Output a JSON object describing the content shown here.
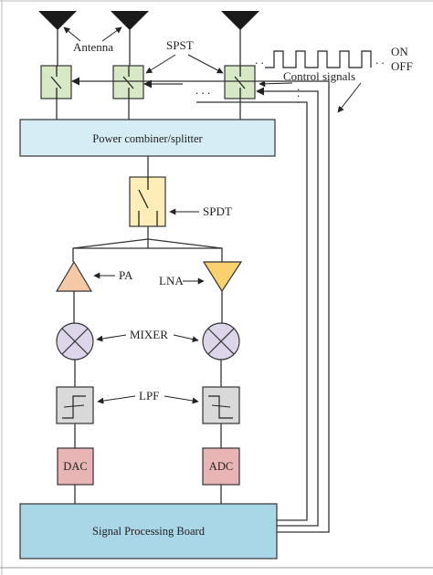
{
  "labels": {
    "antenna": "Antenna",
    "spst": "SPST",
    "control_signals": "Control signals",
    "on": "ON",
    "off": "OFF",
    "ellipsis": ". . .",
    "power_combiner": "Power combiner/splitter",
    "spdt": "SPDT",
    "pa": "PA",
    "lna": "LNA",
    "mixer": "MIXER",
    "lpf": "LPF",
    "dac": "DAC",
    "adc": "ADC",
    "signal_processing": "Signal Processing Board"
  },
  "colors": {
    "switch_fill": "#d6e8c4",
    "combiner_fill": "#d7edf5",
    "spdt_fill": "#fdeeb8",
    "pa_fill": "#f6c9a6",
    "lna_fill": "#fbd06e",
    "mixer_fill": "#ddd6ea",
    "lpf_fill": "#d9d9d9",
    "converter_fill": "#e8b4b4",
    "spb_fill": "#a9d7e8"
  }
}
